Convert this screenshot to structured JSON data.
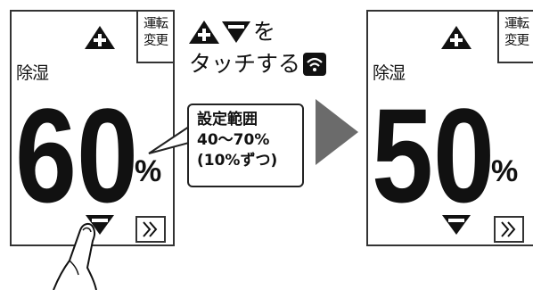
{
  "panel_before": {
    "mode_button_line1": "運転",
    "mode_button_line2": "変更",
    "mode_label": "除湿",
    "value": "60",
    "unit": "%",
    "up_icon": "plus-triangle-icon",
    "down_icon": "minus-triangle-icon",
    "next_icon": "double-chevron-right-icon"
  },
  "panel_after": {
    "mode_button_line1": "運転",
    "mode_button_line2": "変更",
    "mode_label": "除湿",
    "value": "50",
    "unit": "%",
    "up_icon": "plus-triangle-icon",
    "down_icon": "minus-triangle-icon",
    "next_icon": "double-chevron-right-icon"
  },
  "instruction": {
    "line1_suffix": "を",
    "line2": "タッチする",
    "sound_icon": "beep-signal-icon"
  },
  "callout": {
    "line1": "設定範囲",
    "line2": "40〜70%",
    "line3": "(10%ずつ)"
  },
  "colors": {
    "panel_border": "#333333",
    "glyph": "#111111",
    "arrow": "#6b6b6b",
    "background": "#ffffff"
  }
}
